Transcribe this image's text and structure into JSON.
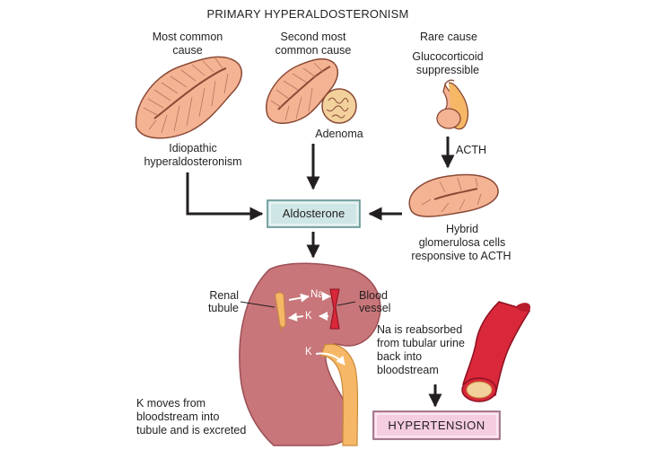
{
  "title": "PRIMARY HYPERALDOSTERONISM",
  "causes": {
    "most_common": {
      "heading_line1": "Most common",
      "heading_line2": "cause",
      "label_line1": "Idiopathic",
      "label_line2": "hyperaldosteronism"
    },
    "second_most": {
      "heading_line1": "Second most",
      "heading_line2": "common cause",
      "label": "Adenoma"
    },
    "rare": {
      "heading": "Rare cause",
      "sub_line1": "Glucocorticoid",
      "sub_line2": "suppressible",
      "hormone": "ACTH",
      "label_line1": "Hybrid",
      "label_line2": "glomerulosa cells",
      "label_line3": "responsive to ACTH"
    }
  },
  "aldosterone_box": "Aldosterone",
  "kidney": {
    "renal_tubule_line1": "Renal",
    "renal_tubule_line2": "tubule",
    "blood_vessel_line1": "Blood",
    "blood_vessel_line2": "vessel",
    "na_label": "Na",
    "k_label_1": "K",
    "k_label_2": "K"
  },
  "notes": {
    "k_excreted_line1": "K moves from",
    "k_excreted_line2": "bloodstream into",
    "k_excreted_line3": "tubule and is excreted",
    "na_reabsorbed_line1": "Na is reabsorbed",
    "na_reabsorbed_line2": "from tubular urine",
    "na_reabsorbed_line3": "back into",
    "na_reabsorbed_line4": "bloodstream"
  },
  "hypertension_box": "HYPERTENSION",
  "colors": {
    "adrenal_fill": "#f4b393",
    "adrenal_stroke": "#8a4a36",
    "box_fill": "#cfe6e6",
    "box_stroke": "#5a8a8a",
    "kidney_fill": "#c8767a",
    "tubule_fill": "#f6b866",
    "vessel_red": "#d8283a",
    "hypertension_fill": "#f5cde0"
  }
}
